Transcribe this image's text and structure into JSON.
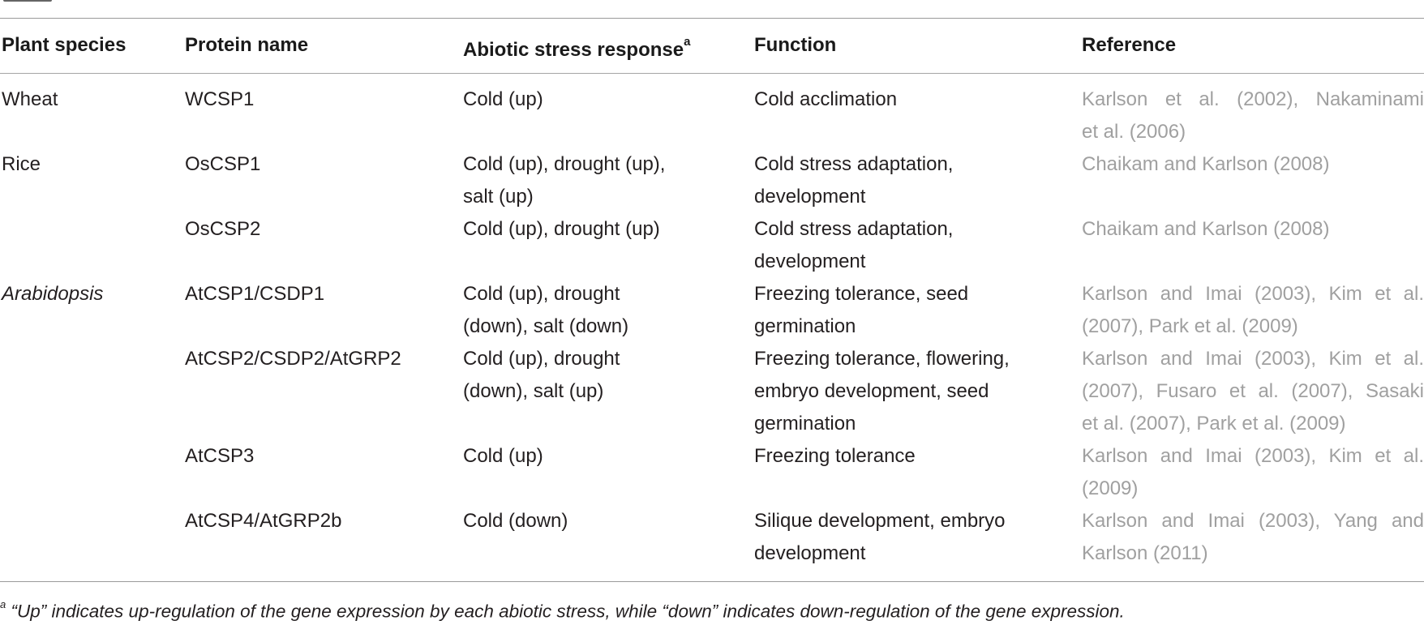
{
  "table": {
    "headers": {
      "species": "Plant species",
      "protein": "Protein name",
      "stress": "Abiotic stress response",
      "stress_sup": "a",
      "function": "Function",
      "reference": "Reference"
    },
    "rows": [
      {
        "species": "Wheat",
        "protein": "WCSP1",
        "stress": [
          "Cold (up)"
        ],
        "function": [
          "Cold acclimation"
        ],
        "reference": [
          "Karlson et al. (2002), Nakaminami",
          "et al. (2006)"
        ]
      },
      {
        "species": "Rice",
        "protein": "OsCSP1",
        "stress": [
          "Cold (up), drought (up),",
          "salt (up)"
        ],
        "function": [
          "Cold stress adaptation,",
          "development"
        ],
        "reference": [
          "Chaikam and Karlson (2008)"
        ]
      },
      {
        "species": "",
        "protein": "OsCSP2",
        "stress": [
          "Cold (up), drought (up)"
        ],
        "function": [
          "Cold stress adaptation,",
          "development"
        ],
        "reference": [
          "Chaikam and Karlson (2008)"
        ]
      },
      {
        "species": "Arabidopsis",
        "protein": "AtCSP1/CSDP1",
        "stress": [
          "Cold (up), drought",
          "(down), salt (down)"
        ],
        "function": [
          "Freezing tolerance, seed",
          "germination"
        ],
        "reference": [
          "Karlson and Imai (2003), Kim et al.",
          "(2007), Park et al. (2009)"
        ]
      },
      {
        "species": "",
        "protein": "AtCSP2/CSDP2/AtGRP2",
        "stress": [
          "Cold (up), drought",
          "(down), salt (up)"
        ],
        "function": [
          "Freezing tolerance, flowering,",
          "embryo development, seed",
          "germination"
        ],
        "reference": [
          "Karlson and Imai (2003), Kim et al.",
          "(2007), Fusaro et al. (2007), Sasaki",
          "et al. (2007), Park et al. (2009)"
        ]
      },
      {
        "species": "",
        "protein": "AtCSP3",
        "stress": [
          "Cold (up)"
        ],
        "function": [
          "Freezing tolerance"
        ],
        "reference": [
          "Karlson and Imai (2003), Kim et al.",
          "(2009)"
        ]
      },
      {
        "species": "",
        "protein": "AtCSP4/AtGRP2b",
        "stress": [
          "Cold (down)"
        ],
        "function": [
          "Silique development, embryo",
          "development"
        ],
        "reference": [
          "Karlson and Imai (2003), Yang and",
          "Karlson (2011)"
        ]
      }
    ],
    "footnote_marker": "a",
    "footnote": "“Up” indicates up-regulation of the gene expression by each abiotic stress, while “down” indicates down-regulation of the gene expression."
  },
  "colors": {
    "text": "#231f20",
    "reference_link": "#a0a0a0",
    "rule": "#9a9a9a"
  }
}
